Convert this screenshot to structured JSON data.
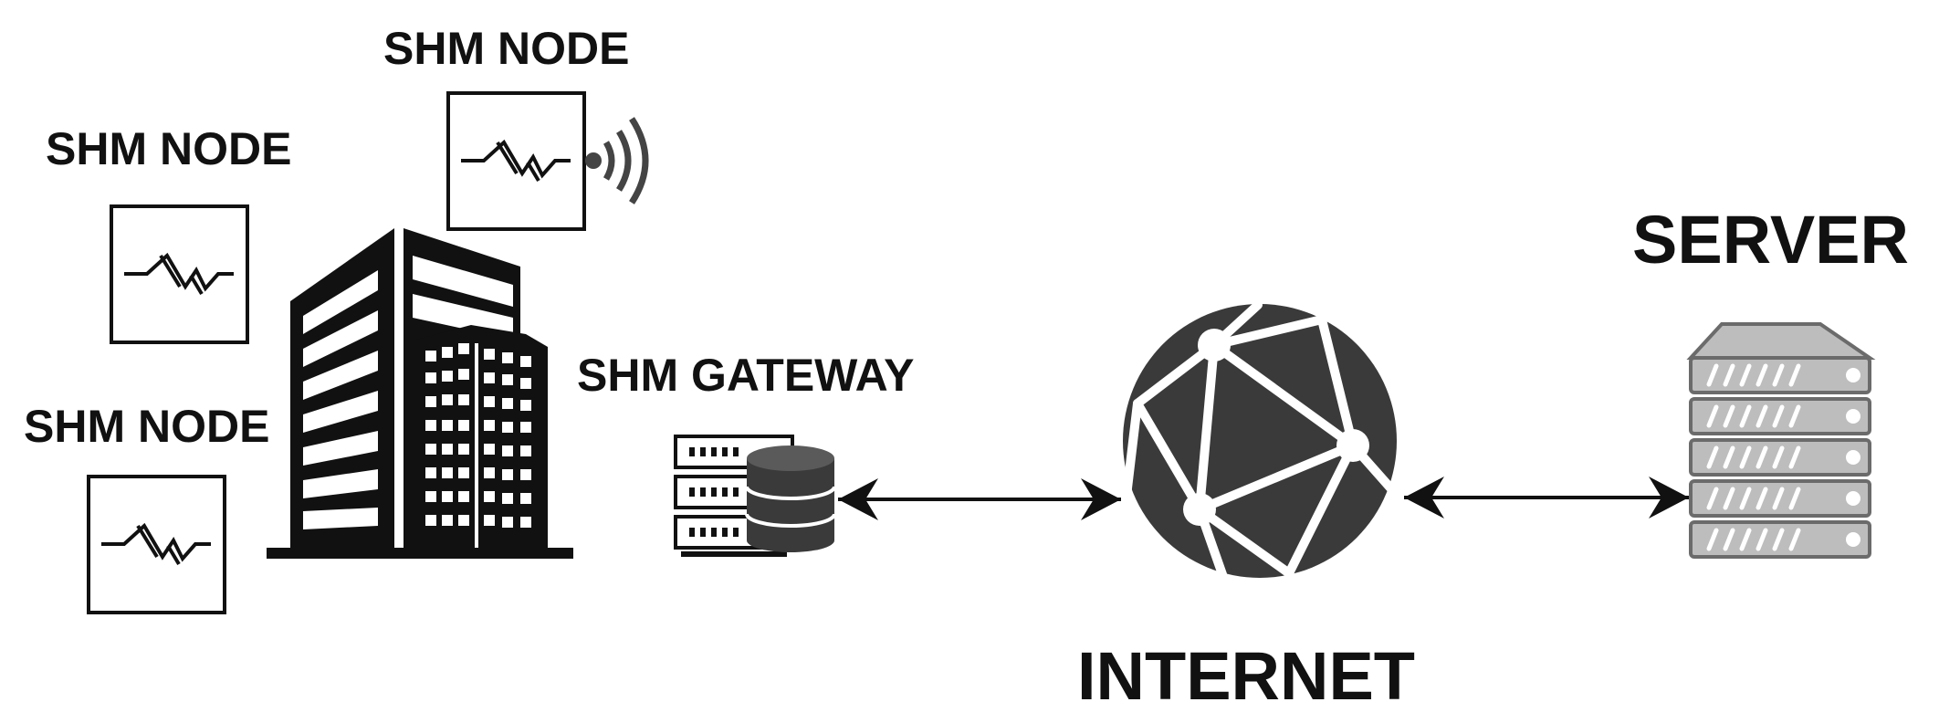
{
  "nodes": [
    {
      "label": "SHM NODE"
    },
    {
      "label": "SHM NODE"
    },
    {
      "label": "SHM NODE"
    }
  ],
  "gateway": {
    "label": "SHM GATEWAY"
  },
  "internet": {
    "label": "INTERNET"
  },
  "server": {
    "label": "SERVER"
  },
  "colors": {
    "ink": "#111111",
    "dark_gray": "#3a3a3a",
    "mid_gray": "#6b6b6b",
    "light_gray": "#bdbdbd",
    "white": "#ffffff"
  },
  "icons": [
    "sensor-node-icon",
    "wireless-signal-icon",
    "building-icon",
    "gateway-server-icon",
    "database-icon",
    "globe-network-icon",
    "server-rack-icon",
    "bidirectional-arrow-icon"
  ]
}
